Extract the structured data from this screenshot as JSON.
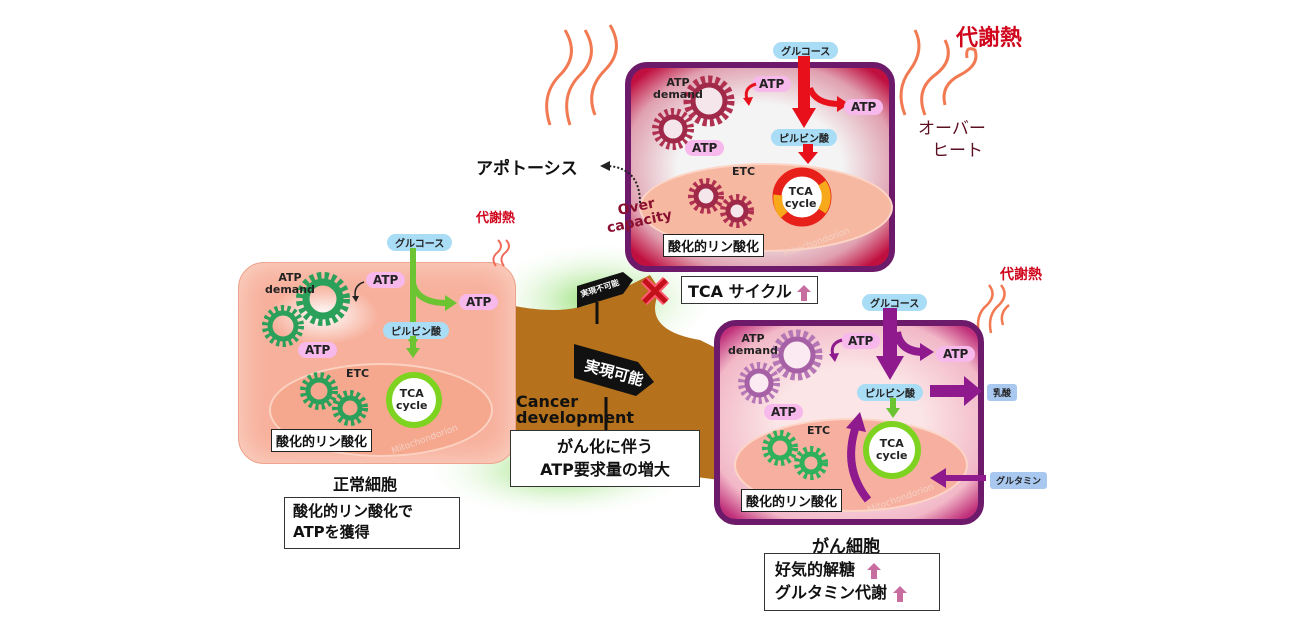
{
  "colors": {
    "normal_cell": "#f7b09c",
    "path_green": "#6dc432",
    "road_brown": "#b5711b",
    "overheat_border": "#6d1a6a",
    "overheat_arrow": "#e8101a",
    "cancer_arrow": "#8e1a8e",
    "heat_red": "#d0061d",
    "up_arrow": "#c86da0"
  },
  "normal_cell": {
    "heat_label": "代謝熱",
    "glucose": "グルコース",
    "atp_demand": "ATP\ndemand",
    "atp_top": "ATP",
    "atp_right": "ATP",
    "pyruvate": "ピルビン酸",
    "atp_mito": "ATP",
    "etc": "ETC",
    "tca": "TCA\ncycle",
    "oxphos": "酸化的リン酸化",
    "mito": "Mitochondorion",
    "title": "正常細胞",
    "description_line1": "酸化的リン酸化で",
    "description_line2": "ATPを獲得"
  },
  "overheat_cell": {
    "heat_label": "代謝熱",
    "overheat_line1": "オーバー",
    "overheat_line2": "ヒート",
    "glucose": "グルコース",
    "atp_demand": "ATP\ndemand",
    "atp_top": "ATP",
    "atp_right": "ATP",
    "pyruvate": "ピルビン酸",
    "atp_mito": "ATP",
    "etc": "ETC",
    "tca": "TCA\ncycle",
    "oxphos": "酸化的リン酸化",
    "mito": "Mitochondorion",
    "over_capacity": "Over\ncapacity",
    "apoptosis": "アポトーシス",
    "tca_label": "TCA サイクル"
  },
  "road": {
    "sign_impossible": "実現不可能",
    "sign_possible": "実現可能",
    "cancer_development": "Cancer\ndevelopment",
    "caption_line1": "がん化に伴う",
    "caption_line2": "ATP要求量の増大"
  },
  "cancer_cell": {
    "heat_label": "代謝熱",
    "glucose": "グルコース",
    "atp_demand": "ATP\ndemand",
    "atp_top": "ATP",
    "atp_right": "ATP",
    "pyruvate": "ピルビン酸",
    "lactate": "乳酸",
    "glutamine": "グルタミン",
    "atp_mito": "ATP",
    "etc": "ETC",
    "tca": "TCA\ncycle",
    "oxphos": "酸化的リン酸化",
    "mito": "Mitochondorion",
    "title": "がん細胞",
    "description_line1": "好気的解糖",
    "description_line2": "グルタミン代謝"
  }
}
